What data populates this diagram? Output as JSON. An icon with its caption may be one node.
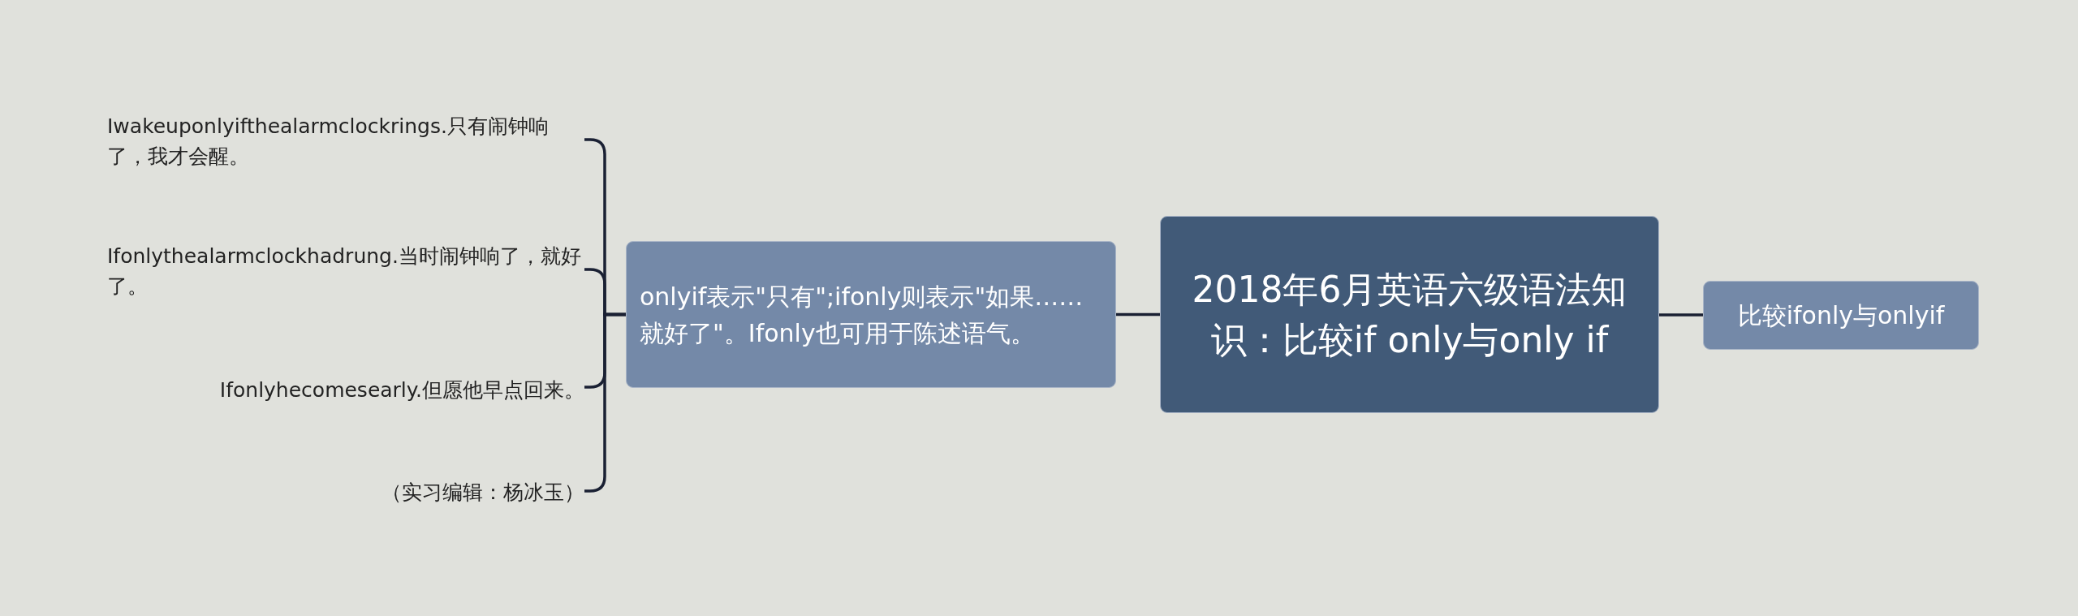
{
  "diagram": {
    "nodes": [
      {
        "text": [
          "2018年6月英语六级语法知识：比较if only与only if"
        ]
      },
      {
        "text": [
          "onlyif表示\"只有\";ifonly则表示\"如果……就好了\"。Ifonly也可用于陈述语气。"
        ]
      },
      {
        "text": [
          "比较ifonly与onlyif"
        ]
      },
      {
        "text": [
          "Iwakeuponlyifthealarmclockrings.只有闹钟响了，我才会醒。"
        ]
      },
      {
        "text": [
          "Ifonlythealarmclockhadrung.当时闹钟响了，就好了。"
        ]
      },
      {
        "text": [
          "Ifonlyhecomesearly.但愿他早点回来。"
        ]
      },
      {
        "text": [
          "（实习编辑：杨冰玉）"
        ]
      }
    ],
    "edges": [
      {
        "from": 0,
        "to": 1,
        "arrow": "none"
      },
      {
        "from": 0,
        "to": 2,
        "arrow": "none"
      },
      {
        "from": 1,
        "to": 3,
        "arrow": "none"
      },
      {
        "from": 1,
        "to": 4,
        "arrow": "none"
      },
      {
        "from": 1,
        "to": 5,
        "arrow": "none"
      },
      {
        "from": 1,
        "to": 6,
        "arrow": "none"
      }
    ]
  }
}
